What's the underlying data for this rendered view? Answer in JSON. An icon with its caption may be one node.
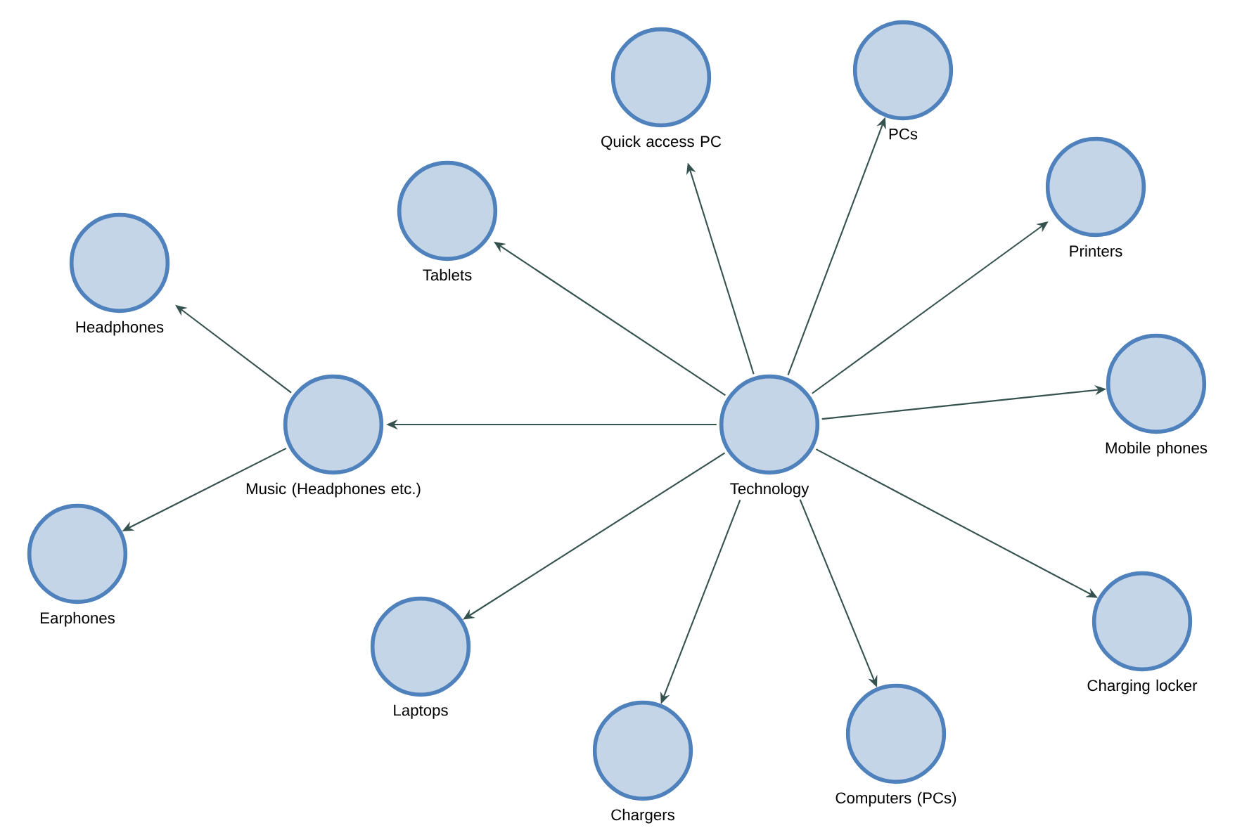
{
  "diagram": {
    "nodes": [
      {
        "text": [
          "Technology"
        ]
      },
      {
        "text": [
          "Quick access PC"
        ]
      },
      {
        "text": [
          "PCs"
        ]
      },
      {
        "text": [
          "Printers"
        ]
      },
      {
        "text": [
          "Tablets"
        ]
      },
      {
        "text": [
          "Headphones"
        ]
      },
      {
        "text": [
          "Music (Headphones etc.)"
        ]
      },
      {
        "text": [
          "Mobile phones"
        ]
      },
      {
        "text": [
          "Earphones"
        ]
      },
      {
        "text": [
          "Laptops"
        ]
      },
      {
        "text": [
          "Chargers"
        ]
      },
      {
        "text": [
          "Computers (PCs)"
        ]
      },
      {
        "text": [
          "Charging locker"
        ]
      }
    ],
    "edges": [
      {
        "from": 0,
        "to": 1,
        "arrow": "to"
      },
      {
        "from": 0,
        "to": 2,
        "arrow": "to"
      },
      {
        "from": 0,
        "to": 3,
        "arrow": "to"
      },
      {
        "from": 0,
        "to": 4,
        "arrow": "to"
      },
      {
        "from": 0,
        "to": 6,
        "arrow": "to"
      },
      {
        "from": 0,
        "to": 7,
        "arrow": "to"
      },
      {
        "from": 0,
        "to": 12,
        "arrow": "to"
      },
      {
        "from": 0,
        "to": 11,
        "arrow": "to"
      },
      {
        "from": 0,
        "to": 10,
        "arrow": "to"
      },
      {
        "from": 0,
        "to": 9,
        "arrow": "to"
      },
      {
        "from": 6,
        "to": 5,
        "arrow": "to"
      },
      {
        "from": 6,
        "to": 8,
        "arrow": "to"
      }
    ]
  }
}
